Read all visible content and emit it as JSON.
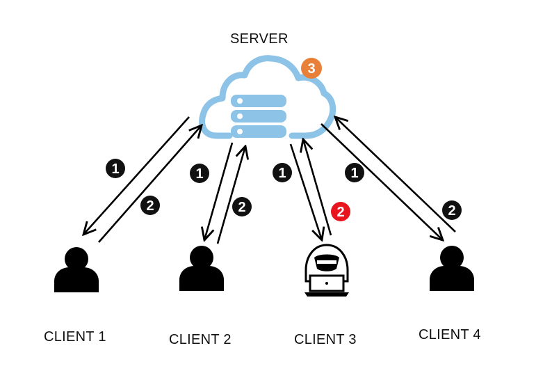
{
  "server": {
    "label": "SERVER",
    "badge": "3",
    "badge_color": "#E8803A",
    "icon": "cloud-server-icon",
    "color": "#8DC3E6"
  },
  "clients": [
    {
      "label": "CLIENT 1",
      "icon": "user-icon"
    },
    {
      "label": "CLIENT 2",
      "icon": "user-icon"
    },
    {
      "label": "CLIENT 3",
      "icon": "hacker-icon"
    },
    {
      "label": "CLIENT 4",
      "icon": "user-icon"
    }
  ],
  "steps": {
    "c1_up": "1",
    "c1_down": "2",
    "c2_up": "1",
    "c2_down": "2",
    "c3_up": "1",
    "c3_down": "2",
    "c3_down_color": "#E8141E",
    "c4_up": "1",
    "c4_down": "2",
    "default_color": "#111111"
  }
}
